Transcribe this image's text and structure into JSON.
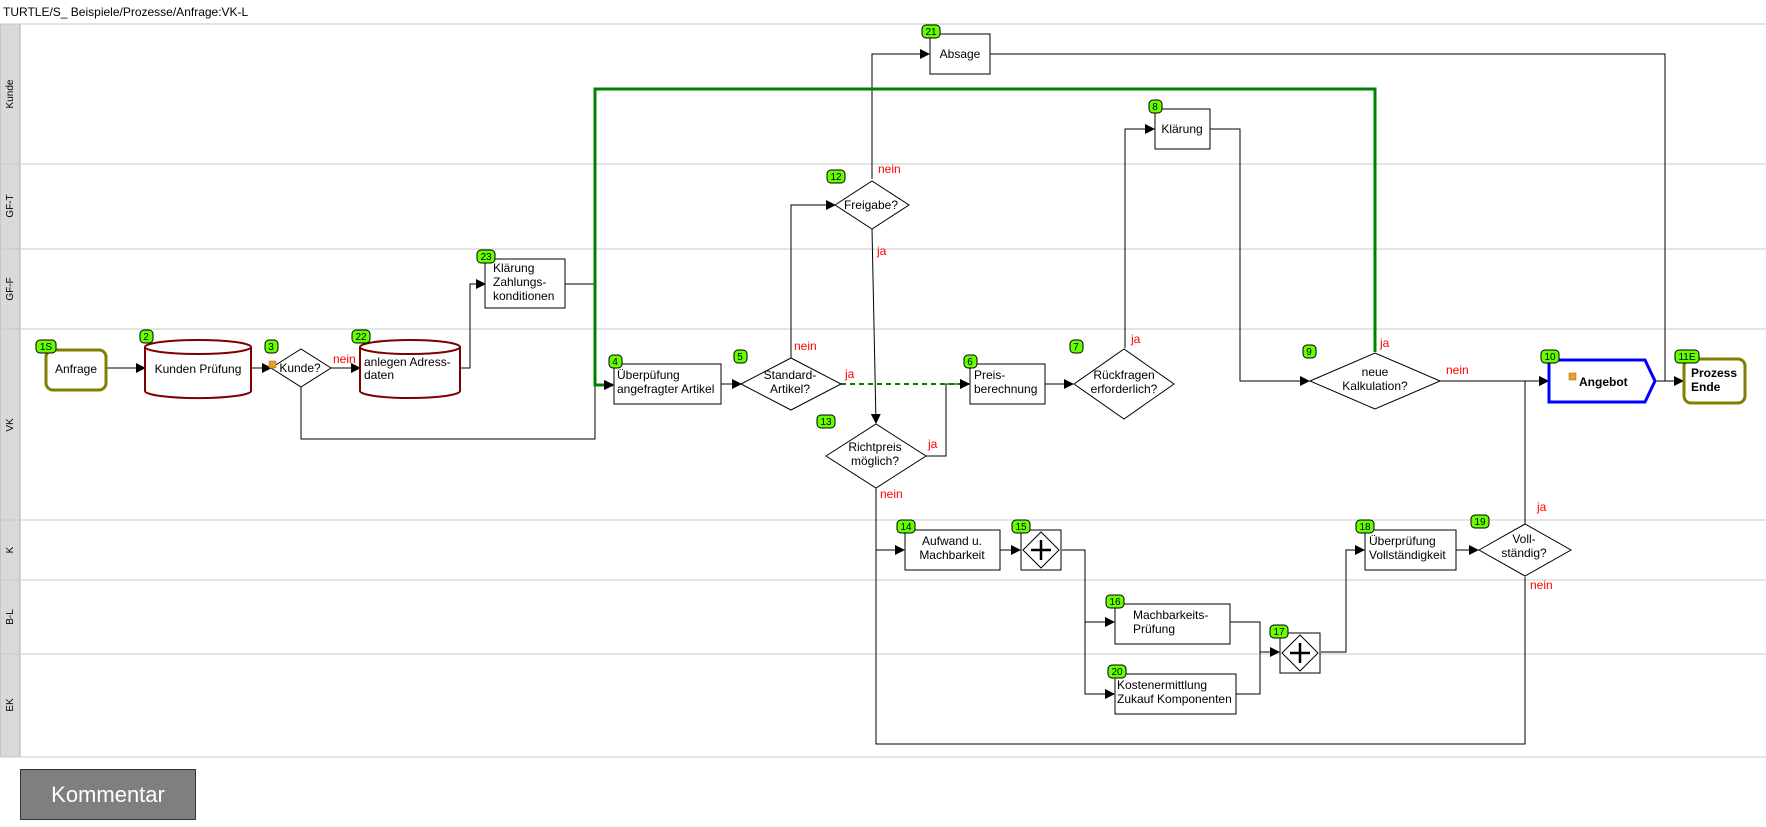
{
  "breadcrumb": "TURTLE/S_ Beispiele/Prozesse/Anfrage:VK-L",
  "comment_button": "Kommentar",
  "colors": {
    "badge": "#66ff00",
    "green_link": "#008000",
    "edge_label": "#ff0000",
    "database": "#800000",
    "event": "#808000",
    "target": "#0000ff"
  },
  "lanes": [
    "Kunde",
    "GF-T",
    "GF-F",
    "VK",
    "K",
    "B-L",
    "EK"
  ],
  "nodes": {
    "n1s": {
      "badge": "1S",
      "lines": [
        "Anfrage"
      ]
    },
    "n2": {
      "badge": "2",
      "lines": [
        "Kunden Prüfung"
      ]
    },
    "n3": {
      "badge": "3",
      "lines": [
        "Kunde?"
      ]
    },
    "n22": {
      "badge": "22",
      "lines": [
        "anlegen Adress-",
        "daten"
      ]
    },
    "n23": {
      "badge": "23",
      "lines": [
        "Klärung",
        "Zahlungs-",
        "konditionen"
      ]
    },
    "n4": {
      "badge": "4",
      "lines": [
        "Überpüfung",
        "angefragter Artikel"
      ]
    },
    "n5": {
      "badge": "5",
      "lines": [
        "Standard-",
        "Artikel?"
      ]
    },
    "n12": {
      "badge": "12",
      "lines": [
        "Freigabe?"
      ]
    },
    "n21": {
      "badge": "21",
      "lines": [
        "Absage"
      ]
    },
    "n13": {
      "badge": "13",
      "lines": [
        "Richtpreis",
        "möglich?"
      ]
    },
    "n6": {
      "badge": "6",
      "lines": [
        "Preis-",
        "berechnung"
      ]
    },
    "n7": {
      "badge": "7",
      "lines": [
        "Rückfragen",
        "erforderlich?"
      ]
    },
    "n8": {
      "badge": "8",
      "lines": [
        "Klärung"
      ]
    },
    "n9": {
      "badge": "9",
      "lines": [
        "neue",
        "Kalkulation?"
      ]
    },
    "n10": {
      "badge": "10",
      "lines": [
        "Angebot"
      ]
    },
    "n11e": {
      "badge": "11E",
      "lines": [
        "Prozess",
        "Ende"
      ]
    },
    "n14": {
      "badge": "14",
      "lines": [
        "Aufwand u.",
        "Machbarkeit"
      ]
    },
    "n15": {
      "badge": "15",
      "lines": []
    },
    "n16": {
      "badge": "16",
      "lines": [
        "Machbarkeits-",
        "Prüfung"
      ]
    },
    "n20": {
      "badge": "20",
      "lines": [
        "Kostenermittlung",
        "Zukauf Komponenten"
      ]
    },
    "n17": {
      "badge": "17",
      "lines": []
    },
    "n18": {
      "badge": "18",
      "lines": [
        "Überprüfung",
        "Vollständigkeit"
      ]
    },
    "n19": {
      "badge": "19",
      "lines": [
        "Voll-",
        "ständig?"
      ]
    }
  },
  "edge_labels": {
    "ja": "ja",
    "nein": "nein"
  }
}
